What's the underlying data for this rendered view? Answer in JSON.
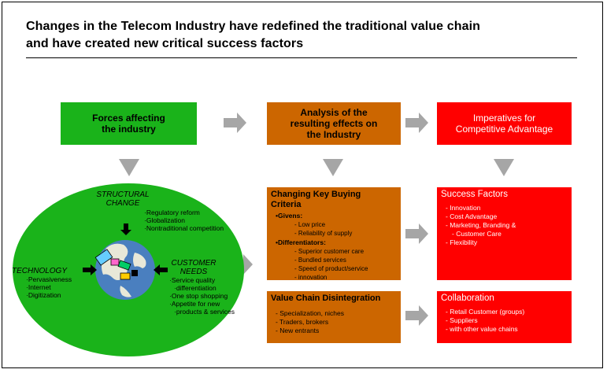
{
  "title": {
    "line1": "Changes in the Telecom Industry have redefined the traditional value chain",
    "line2": "and have created new critical success factors"
  },
  "columns": {
    "forces": {
      "line1": "Forces affecting",
      "line2": "the industry"
    },
    "analysis": {
      "line1": "Analysis of the",
      "line2": "resulting effects on",
      "line3": "the Industry"
    },
    "imperatives": {
      "line1": "Imperatives for",
      "line2": "Competitive Advantage"
    }
  },
  "globe": {
    "structural": {
      "line1": "STRUCTURAL",
      "line2": "CHANGE",
      "items": [
        "Regulatory reform",
        "Globalization",
        "Nontraditional competition"
      ]
    },
    "technology": {
      "label": "TECHNOLOGY",
      "items": [
        "Pervasiveness",
        "Internet",
        "Digitization"
      ]
    },
    "customer": {
      "line1": "CUSTOMER",
      "line2": "NEEDS",
      "items": [
        "Service quality",
        "differentiation",
        "One stop shopping",
        "Appetite for new",
        "products & services"
      ]
    }
  },
  "buying_criteria": {
    "title_line1": "Changing Key Buying",
    "title_line2": "Criteria",
    "givens_label": "Givens:",
    "givens": [
      "Low  price",
      "Reliability of supply"
    ],
    "differentiators_label": "Differentiators:",
    "differentiators": [
      "Superior customer care",
      "Bundled services",
      "Speed of product/service",
      "innovation"
    ]
  },
  "value_chain": {
    "title": "Value Chain Disintegration",
    "items": [
      "Specialization, niches",
      "Traders, brokers",
      "New entrants"
    ]
  },
  "success_factors": {
    "title": "Success Factors",
    "items": [
      "Innovation",
      "Cost Advantage",
      "Marketing, Branding &",
      "Customer Care",
      "Flexibility"
    ]
  },
  "collaboration": {
    "title": "Collaboration",
    "items": [
      "Retail Customer (groups)",
      "Suppliers",
      "with other value chains"
    ]
  },
  "colors": {
    "green": "#1ab31a",
    "orange": "#cc6600",
    "red": "#ff0000",
    "arrow": "#a6a6a6"
  }
}
